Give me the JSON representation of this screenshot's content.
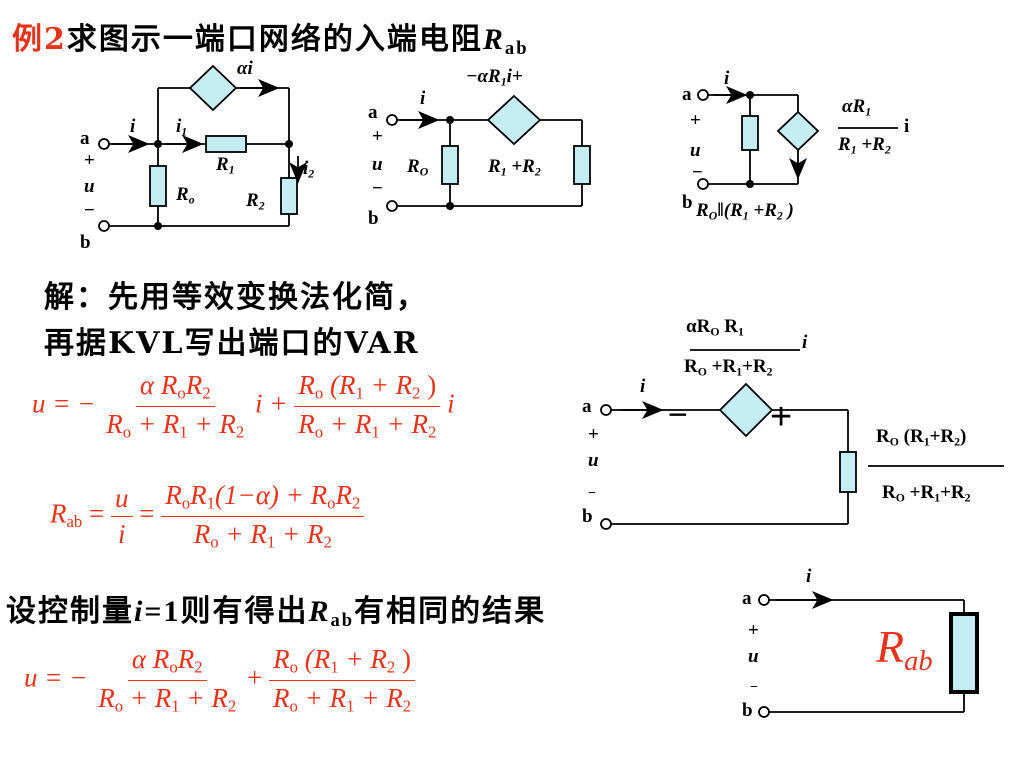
{
  "title": {
    "example": "例2",
    "text": "求图示一端口网络的入端电阻",
    "R": "R",
    "ab": "ab"
  },
  "solution": {
    "line1": "解：先用等效变换法化简，",
    "line2": "再据KVL写出端口的VAR"
  },
  "assume": {
    "pre": "设控制量",
    "var": "i",
    "eq": "=1",
    "mid": "则有得出",
    "R": "R",
    "ab": "ab",
    "post": "有相同的结果"
  },
  "circuit1": {
    "a": "a",
    "b": "b",
    "plus": "+",
    "minus": "−",
    "u": "u",
    "i": "i",
    "i1": "i",
    "i1sub": "1",
    "i2": "i",
    "i2sub": "2",
    "ai": "αi",
    "R1": "R",
    "R1sub": "1",
    "R2": "R",
    "R2sub": "2",
    "Ro": "R",
    "Rosub": "o"
  },
  "circuit2": {
    "a": "a",
    "b": "b",
    "plus": "+",
    "minus": "−",
    "u": "u",
    "i": "i",
    "src": "−αR",
    "srcsub": "1",
    "srctail": "i+",
    "RO": "R",
    "ROsub": "O",
    "R12": "R",
    "R12a": "1",
    "R12plus": " +R",
    "R12b": "2"
  },
  "circuit3": {
    "a": "a",
    "b": "b",
    "plus": "+",
    "minus": "−",
    "u": "u",
    "i": "i",
    "num": "αR",
    "numsub": "1",
    "den": "R",
    "dena": "1",
    "denplus": " +R",
    "denb": "2",
    "tail": "i",
    "par": "R",
    "parsub": "O",
    "parmid": "‖(R",
    "para": "1",
    "parplus": " +R",
    "parb": "2",
    "parend": " )"
  },
  "circuit4": {
    "a": "a",
    "b": "b",
    "plus": "+",
    "minus": "−",
    "u": "u",
    "i": "i",
    "srcnum": "αR",
    "srcnumsub": "O",
    "srcnum2": " R",
    "srcnum2sub": "1",
    "srcdeni": "i",
    "srcden": "R",
    "srcdensub": "O",
    "srcden2": " +R",
    "srcden2sub": "1",
    "srcden3": "+R",
    "srcden3sub": "2",
    "minus_sign": "−",
    "plus_sign": "+",
    "rnum": "R",
    "rnumsub": "O",
    "rnum2": " (R",
    "rnum2sub": "1",
    "rnum3": "+R",
    "rnum3sub": "2",
    "rnum4": ")",
    "rden": "R",
    "rdensub": "O",
    "rden2": " +R",
    "rden2sub": "1",
    "rden3": "+R",
    "rden3sub": "2"
  },
  "circuit5": {
    "a": "a",
    "b": "b",
    "plus": "+",
    "minus": "−",
    "u": "u",
    "i": "i",
    "Rab": "R",
    "Rabsub": "ab"
  },
  "eq1": {
    "lhs": "u = −",
    "n1a": "α R",
    "n1b": "o",
    "n1c": "R",
    "n1d": "2",
    "d": "R",
    "dsub": "o",
    "dp1": " + R",
    "dp1sub": "1",
    "dp2": " + R",
    "dp2sub": "2",
    "mid": "i +",
    "n2a": "R",
    "n2b": "o",
    "n2c": " (R",
    "n2d": "1",
    "n2e": " + R",
    "n2f": "2",
    "n2g": " )",
    "tail": "i"
  },
  "eq2": {
    "lhs": "R",
    "lhssub": "ab",
    "eq": " = ",
    "fu": "u",
    "fi": "i",
    "eq2": " = ",
    "na": "R",
    "nb": "o",
    "nc": "R",
    "nd": "1",
    "ne": "(1−α) + R",
    "nf": "o",
    "ng": "R",
    "nh": "2",
    "d": "R",
    "dsub": "o",
    "dp1": " + R",
    "dp1sub": "1",
    "dp2": " + R",
    "dp2sub": "2"
  },
  "eq3": {
    "lhs": "u = −",
    "n1a": "α R",
    "n1b": "o",
    "n1c": "R",
    "n1d": "2",
    "d": "R",
    "dsub": "o",
    "dp1": " + R",
    "dp1sub": "1",
    "dp2": " + R",
    "dp2sub": "2",
    "mid": "+",
    "n2a": "R",
    "n2b": "o",
    "n2c": " (R",
    "n2d": "1",
    "n2e": " + R",
    "n2f": "2",
    "n2g": " )"
  },
  "colors": {
    "accent": "#e8331a",
    "element_fill": "#c6ecf4",
    "wire": "#000000"
  }
}
